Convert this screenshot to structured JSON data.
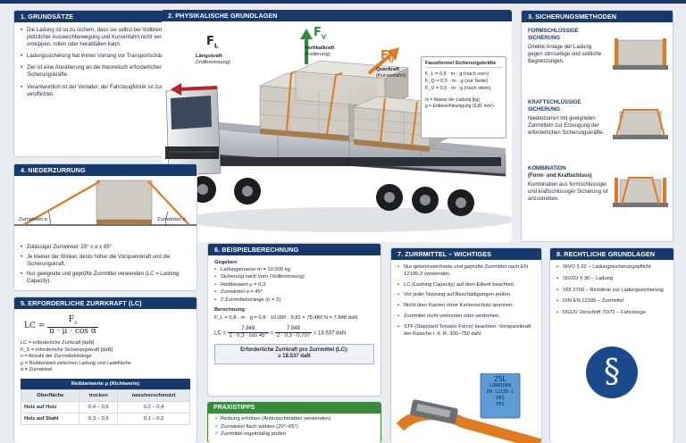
{
  "colors": {
    "header": "#173a6c",
    "accent": "#e07a1f",
    "green": "#3b8a3c",
    "law": "#1a4a8c"
  },
  "p1": {
    "title": "1. GRUNDSÄTZE",
    "items": [
      "Die Ladung ist so zu sichern, dass sie selbst bei Vollbremsung, plötzlicher Ausweichbewegung und Kurvenfahrt nicht verrutschen, umkippen, rollen oder herabfallen kann.",
      "Ladungssicherung hat immer Vorrang vor Transportschäden.",
      "Ziel ist eine Annäherung an die theoretisch erforderlichen Sicherungskräfte.",
      "Verantwortlich ist der Verlader, der Fahrzeugführer ist zur Kontrolle verpflichtet."
    ]
  },
  "p2": {
    "title": "2. PHYSIKALISCHE GRUNDLAGEN",
    "fl": {
      "sym": "F",
      "sub": "L",
      "name": "Längskraft",
      "desc": "(Vollbremsung)"
    },
    "fv": {
      "sym": "F",
      "sub": "V",
      "name": "Vertikalkraft",
      "desc": "(Federung)"
    },
    "fq": {
      "sym": "F",
      "sub": "Q",
      "name": "Querkraft",
      "desc": "(Kurvenfahrt)"
    },
    "box": {
      "title": "Faustformel Sicherungskräfte",
      "rows": [
        "F_L = 0,8 · m · g (nach vorn)",
        "F_Q = 0,5 · m · g (zur Seite)",
        "F_V = 0,5 · m · g (nach oben)"
      ],
      "legend": [
        "m = Masse der Ladung [kg]",
        "g = Erdbeschleunigung (9,81 m/s²)"
      ]
    }
  },
  "p3": {
    "title": "3. SICHERUNGSMETHODEN",
    "methods": [
      {
        "name": "FORMSCHLÜSSIGE SICHERUNG",
        "desc": "Direkte Anlage der Ladung gegen stirnseitige und seitliche Begrenzungen."
      },
      {
        "name": "KRAFTSCHLÜSSIGE SICHERUNG",
        "desc": "Niederzurren mit geeigneten Zurrmitteln zur Erzeugung der erforderlichen Sicherungskräfte."
      },
      {
        "name": "KOMBINATION",
        "sub": "(Form- und Kraftschluss)",
        "desc": "Kombination aus formschlüssiger und kraftschlüssiger Sicherung ist anzustreben."
      }
    ]
  },
  "p4": {
    "title": "4. NIEDERZURRUNG",
    "angle_left": "Zurrwinkel α",
    "angle_right": "Zurrwinkel α",
    "items": [
      "Zulässiger Zurrwinkel: 20° ≤ α ≤ 65°",
      "Je kleiner der Winkel, desto höher die Vorspannkraft und die Sicherungskraft.",
      "Nur geeignete und geprüfte Zurrmittel verwenden (LC = Lashing Capacity)."
    ]
  },
  "p5": {
    "title": "5. ERFORDERLICHE ZURRKRAFT (LC)",
    "lhs": "LC =",
    "num": "F",
    "num_sub": "S",
    "den": "n · μ · cos α",
    "legend": [
      "LC = erforderliche Zurrkraft [daN]",
      "F_S = erforderliche Sicherungskraft [daN]",
      "n = Anzahl der Zurrmittelstränge",
      "μ = Reibbeiwert zwischen Ladung und Ladefläche",
      "α = Zurrwinkel"
    ],
    "table": {
      "caption": "Reibbeiwerte μ (Richtwerte)",
      "headers": [
        "Oberfläche",
        "trocken",
        "nass/verschmutzt"
      ],
      "rows": [
        [
          "Holz auf Holz",
          "0,4 – 0,6",
          "0,2 – 0,4"
        ],
        [
          "Holz auf Stahl",
          "0,3 – 0,5",
          "0,1 – 0,2"
        ]
      ]
    }
  },
  "p6": {
    "title": "6. BEISPIELBERECHNUNG",
    "given_title": "Gegeben:",
    "given": [
      "Ladungsmasse m = 10.000 kg",
      "Sicherung nach vorn (Vollbremsung)",
      "Reibbeiwert μ = 0,3",
      "Zurrwinkel α = 45°",
      "2 Zurrmittelstränge (n = 2)"
    ],
    "calc_title": "Berechnung:",
    "calc1": "F_L = 0,8 · m · g = 0,8 · 10.000 · 9,81 = 78.480 N = 7.848 daN",
    "lc_lhs": "LC =",
    "f1n": "7.848",
    "f1d": "2 · 0,3 · cos 45°",
    "eq": "=",
    "f2n": "7.848",
    "f2d": "2 · 0,3 · 0,707",
    "result_inline": "= 18.537 daN",
    "result_label": "Erforderliche Zurrkraft pro Zurrmittel (LC):",
    "result_value": "≥ 18.537 daN"
  },
  "tips": {
    "title": "PRAXISTIPPS",
    "items": [
      "Reibung erhöhen (Antirutschmatten verwenden)",
      "Zurrwinkel flach wählen (20°–65°)",
      "Zurrmittel regelmäßig prüfen"
    ]
  },
  "p7": {
    "title": "7. ZURRMITTEL – WICHTIGES",
    "items": [
      "Nur gekennzeichnete und geprüfte Zurrmittel nach EN 12195-2 verwenden.",
      "LC (Lashing Capacity) auf dem Etikett beachten.",
      "Vor jeder Nutzung auf Beschädigungen prüfen.",
      "Nicht über Kanten ohne Kantenschutz spannen.",
      "Zurrmittel nicht verknoten oder verdrehen.",
      "STF (Standard Tension Force) beachten: Vorspannkraft der Ratsche i. d. R. 300–750 daN."
    ],
    "label_lines": [
      "25L",
      "LRNNIOKN",
      "EN 12195-2",
      "PES",
      "PES"
    ]
  },
  "p8": {
    "title": "8. RECHTLICHE GRUNDLAGEN",
    "items": [
      "StVO § 22 – Ladungssicherungspflicht",
      "StVZO § 30 – Ladung",
      "VDI 2700 – Richtlinie zur Ladungssicherung",
      "DIN EN 12195 – Zurrmittel",
      "DGUV Vorschrift 70/71 – Fahrzeuge"
    ],
    "symbol": "§"
  }
}
